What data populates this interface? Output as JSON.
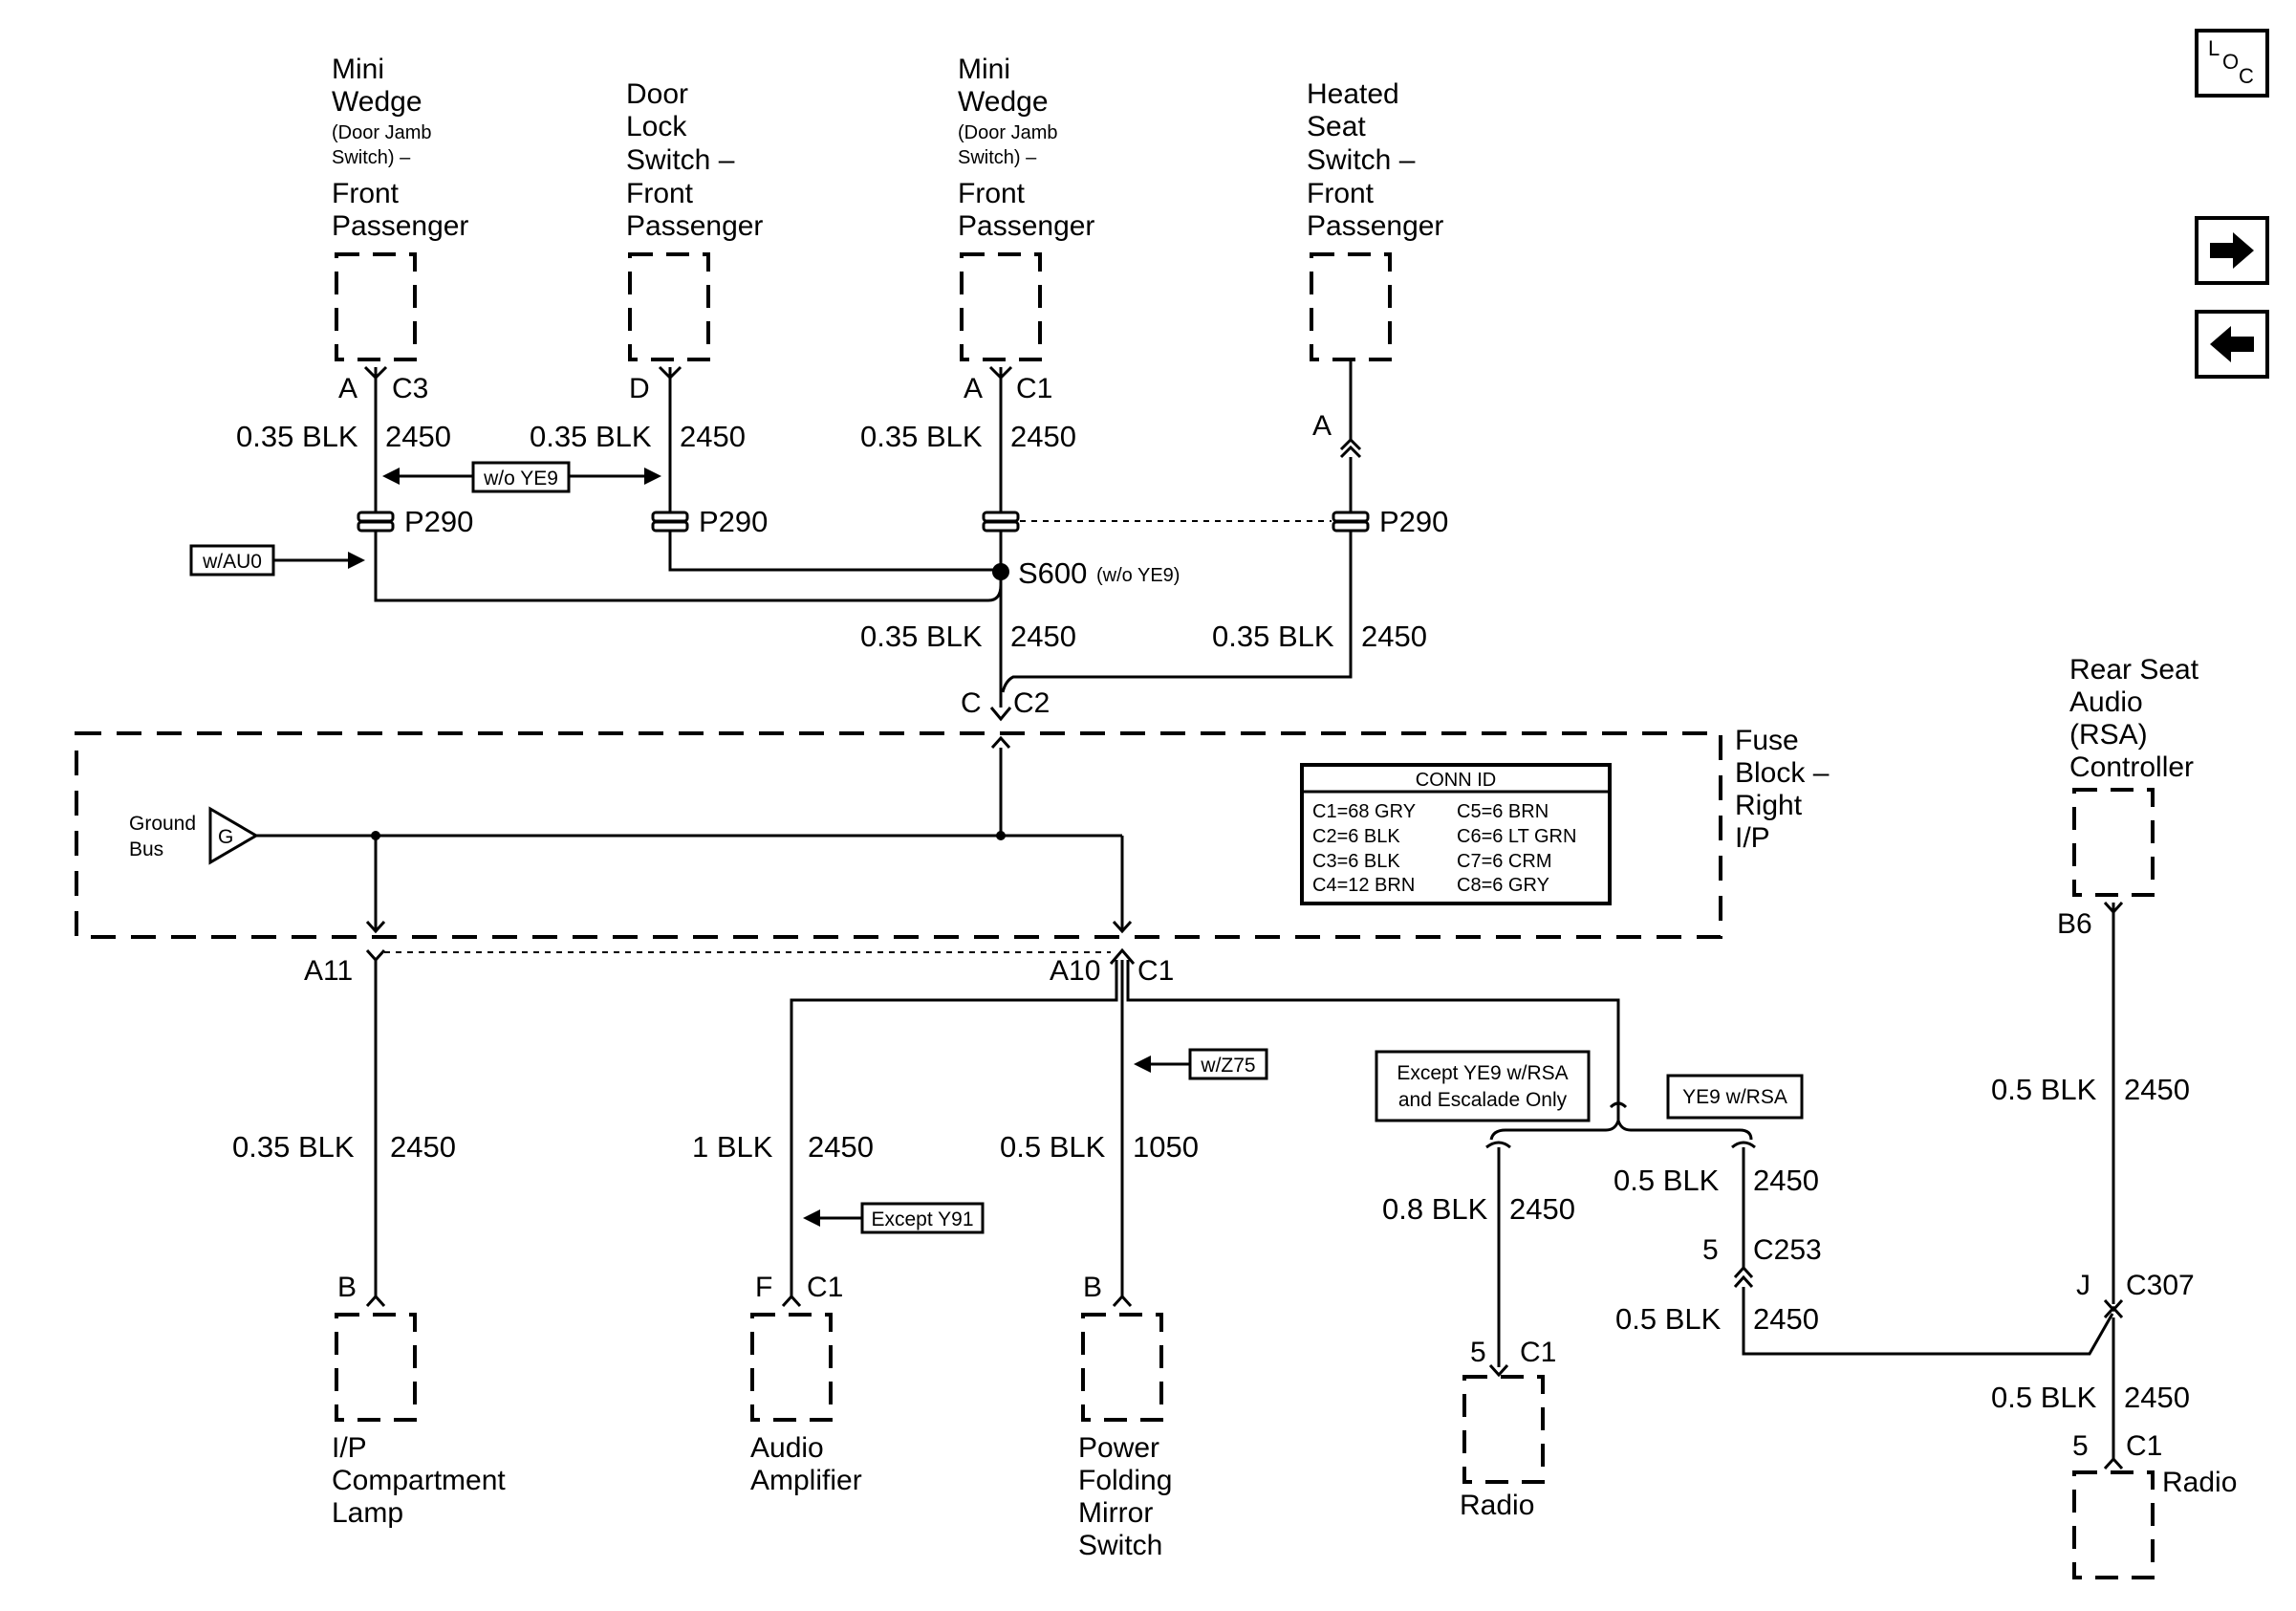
{
  "components": {
    "mini_wedge_1": [
      "Mini",
      "Wedge",
      "(Door Jamb",
      "Switch) –",
      "Front",
      "Passenger"
    ],
    "door_lock": [
      "Door",
      "Lock",
      "Switch –",
      "Front",
      "Passenger"
    ],
    "mini_wedge_2": [
      "Mini",
      "Wedge",
      "(Door Jamb",
      "Switch) –",
      "Front",
      "Passenger"
    ],
    "heated_seat": [
      "Heated",
      "Seat",
      "Switch –",
      "Front",
      "Passenger"
    ],
    "fuse_block": [
      "Fuse",
      "Block –",
      "Right",
      "I/P"
    ],
    "rsa_controller": [
      "Rear Seat",
      "Audio",
      "(RSA)",
      "Controller"
    ],
    "ip_lamp": [
      "I/P",
      "Compartment",
      "Lamp"
    ],
    "audio_amp": [
      "Audio",
      "Amplifier"
    ],
    "power_mirror": [
      "Power",
      "Folding",
      "Mirror",
      "Switch"
    ],
    "radio_1": "Radio",
    "radio_2": "Radio",
    "ground_bus": [
      "Ground",
      "Bus"
    ],
    "ground_symbol": "G"
  },
  "pins": {
    "mw1": [
      "A",
      "C3"
    ],
    "dl": [
      "D"
    ],
    "mw2": [
      "A",
      "C1"
    ],
    "hs": [
      "A"
    ],
    "fb_top": [
      "C",
      "C2"
    ],
    "a11": "A11",
    "a10": [
      "A10",
      "C1"
    ],
    "rsa": "B6",
    "ip_lamp": "B",
    "amp": [
      "F",
      "C1"
    ],
    "mirror": "B",
    "radio1": [
      "5",
      "C1"
    ],
    "c253": [
      "5",
      "C253"
    ],
    "c307": [
      "J",
      "C307"
    ],
    "radio2": [
      "5",
      "C1"
    ]
  },
  "wires": {
    "w1": [
      "0.35 BLK",
      "2450"
    ],
    "w2": [
      "0.35 BLK",
      "2450"
    ],
    "w3": [
      "0.35 BLK",
      "2450"
    ],
    "w4": [
      "0.35 BLK",
      "2450"
    ],
    "w5": [
      "0.35 BLK",
      "2450"
    ],
    "w6": [
      "0.35 BLK",
      "2450"
    ],
    "w7": [
      "1 BLK",
      "2450"
    ],
    "w8": [
      "0.5 BLK",
      "1050"
    ],
    "w9": [
      "0.8 BLK",
      "2450"
    ],
    "w10": [
      "0.5 BLK",
      "2450"
    ],
    "w11": [
      "0.5 BLK",
      "2450"
    ],
    "w12": [
      "0.5 BLK",
      "2450"
    ],
    "w13": [
      "0.5 BLK",
      "2450"
    ]
  },
  "splices": {
    "p290_1": "P290",
    "p290_2": "P290",
    "p290_3": "P290",
    "s600": "S600",
    "s600_note": "(w/o YE9)"
  },
  "options": {
    "wo_ye9": "w/o YE9",
    "w_au0": "w/AU0",
    "w_z75": "w/Z75",
    "except_y91": "Except Y91",
    "except_ye9_rsa": [
      "Except YE9 w/RSA",
      "and Escalade Only"
    ],
    "ye9_rsa": "YE9 w/RSA"
  },
  "conn_id": {
    "title": "CONN ID",
    "left": [
      "C1=68 GRY",
      "C2=6 BLK",
      "C3=6 BLK",
      "C4=12 BRN"
    ],
    "right": [
      "C5=6 BRN",
      "C6=6 LT GRN",
      "C7=6 CRM",
      "C8=6 GRY"
    ]
  },
  "nav": {
    "loc": [
      "L",
      "O",
      "C"
    ]
  }
}
